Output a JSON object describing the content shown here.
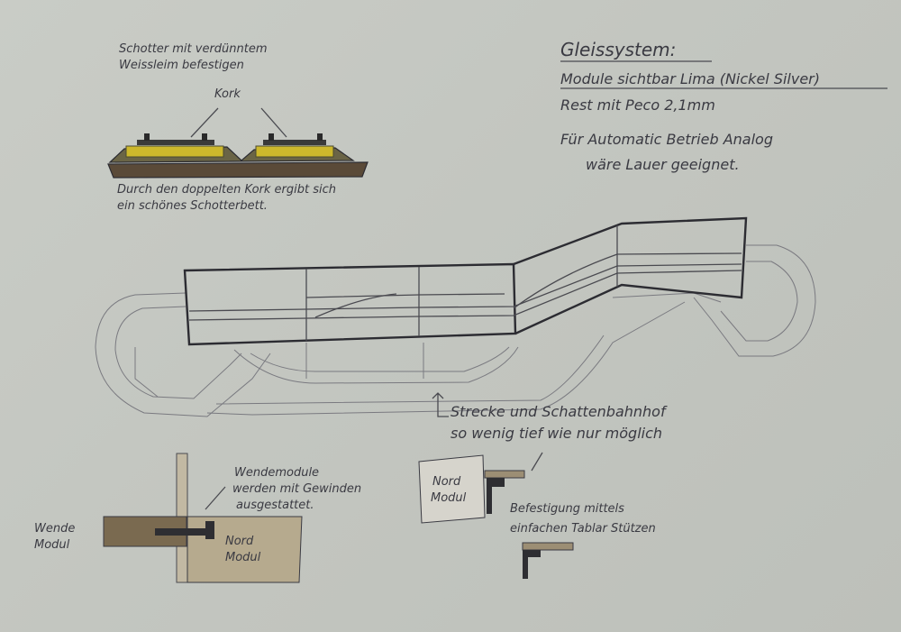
{
  "notes": {
    "title": "Gleissystem:",
    "line1": "Module sichtbar Lima (Nickel Silver)",
    "line2": "Rest mit Peco 2,1mm",
    "line3": "Für Automatic Betrieb Analog",
    "line4": "wäre Lauer geeignet."
  },
  "cross_section": {
    "top_note_1": "Schotter mit verdünntem",
    "top_note_2": "Weissleim befestigen",
    "cork_label": "Kork",
    "bottom_note_1": "Durch den doppelten Kork ergibt sich",
    "bottom_note_2": "ein schönes Schotterbett."
  },
  "layout_note": {
    "line1": "Strecke und Schattenbahnhof",
    "line2": "so wenig tief wie nur möglich"
  },
  "detail_left": {
    "note_1": "Wendemodule",
    "note_2": "werden mit Gewinden",
    "note_3": "ausgestattet.",
    "wende_1": "Wende",
    "wende_2": "Modul",
    "nord_1": "Nord",
    "nord_2": "Modul"
  },
  "detail_right": {
    "nord_1": "Nord",
    "nord_2": "Modul",
    "note_1": "Befestigung mittels",
    "note_2": "einfachen Tablar Stützen"
  },
  "colors": {
    "paper": "#c6c9c3",
    "pencil": "#3a3a42",
    "cork_yellow": "#c9b52a",
    "wood": "#b0a48a"
  }
}
